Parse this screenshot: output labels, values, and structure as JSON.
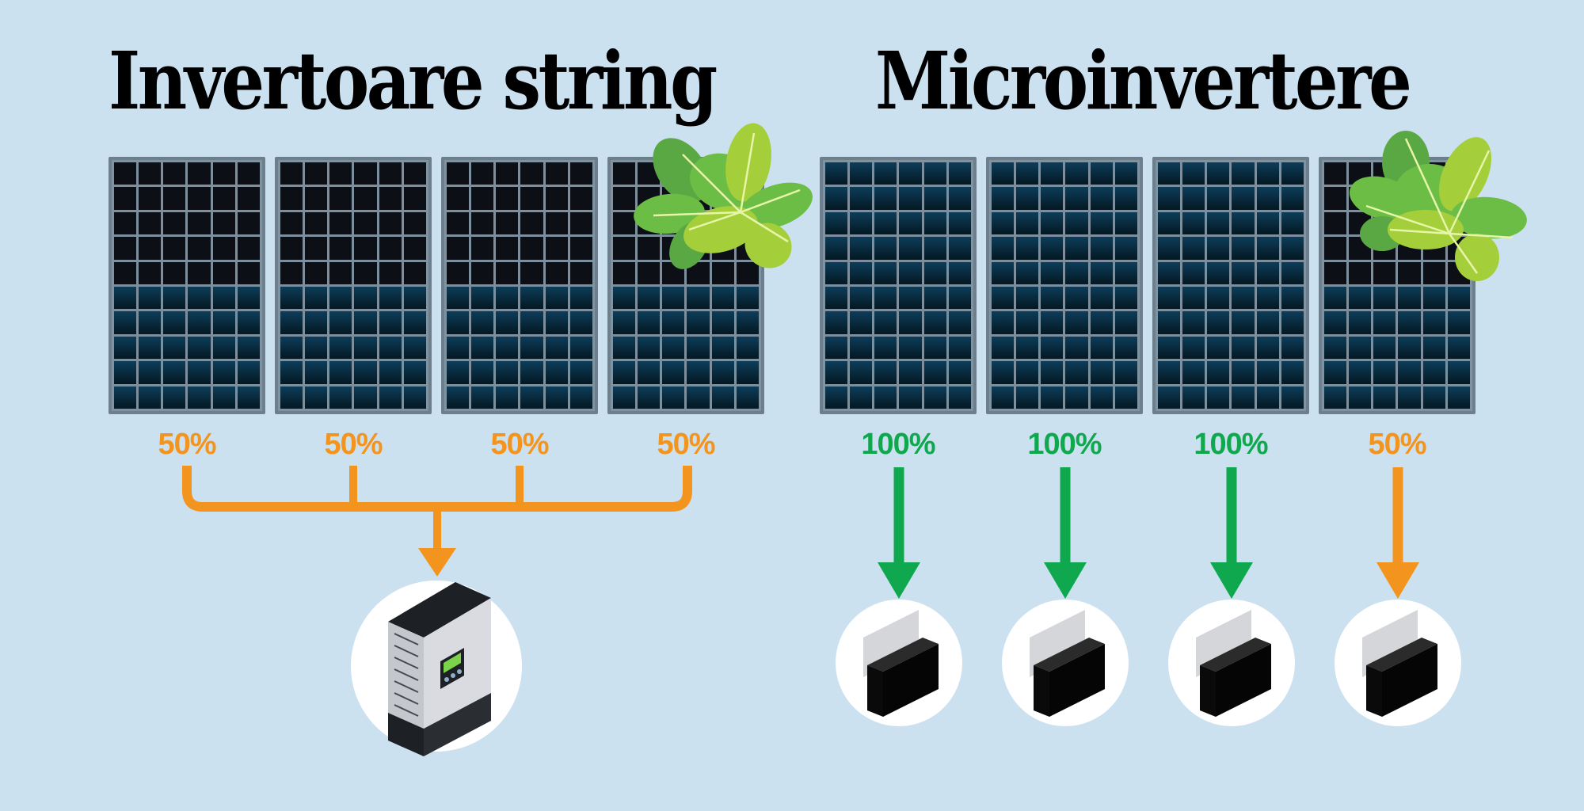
{
  "left": {
    "title": "Invertoare string",
    "panels": [
      {
        "shade": "half",
        "output": "50%"
      },
      {
        "shade": "half",
        "output": "50%"
      },
      {
        "shade": "half",
        "output": "50%"
      },
      {
        "shade": "half-leaf",
        "output": "50%"
      }
    ],
    "inverter_icon": "string-inverter-icon"
  },
  "right": {
    "title": "Microinvertere",
    "panels": [
      {
        "shade": "none",
        "output": "100%"
      },
      {
        "shade": "none",
        "output": "100%"
      },
      {
        "shade": "none",
        "output": "100%"
      },
      {
        "shade": "half-leaf",
        "output": "50%"
      }
    ],
    "inverter_icon": "microinverter-icon"
  },
  "colors": {
    "background": "#cce1f0",
    "reduced": "#f3941e",
    "full": "#10a84e"
  }
}
